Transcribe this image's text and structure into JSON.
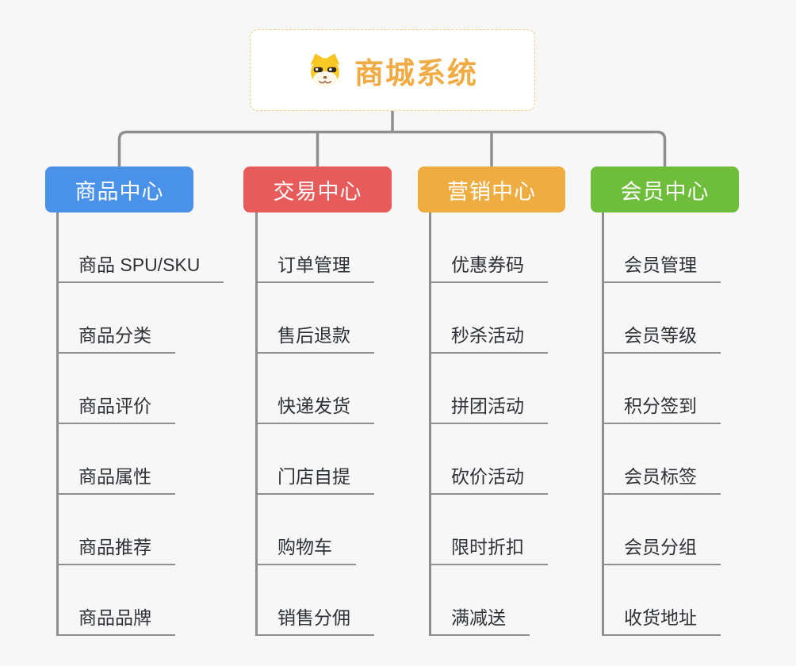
{
  "root": {
    "title": "商城系统",
    "icon": "dog-icon"
  },
  "branches": [
    {
      "label": "商品中心",
      "color": "#4a91ea",
      "items": [
        "商品 SPU/SKU",
        "商品分类",
        "商品评价",
        "商品属性",
        "商品推荐",
        "商品品牌"
      ]
    },
    {
      "label": "交易中心",
      "color": "#e75c5b",
      "items": [
        "订单管理",
        "售后退款",
        "快递发货",
        "门店自提",
        "购物车",
        "销售分佣"
      ]
    },
    {
      "label": "营销中心",
      "color": "#efad41",
      "items": [
        "优惠券码",
        "秒杀活动",
        "拼团活动",
        "砍价活动",
        "限时折扣",
        "满减送"
      ]
    },
    {
      "label": "会员中心",
      "color": "#6ebe3c",
      "items": [
        "会员管理",
        "会员等级",
        "积分签到",
        "会员标签",
        "会员分组",
        "收货地址"
      ]
    }
  ],
  "colors": {
    "background": "#f7f7f7",
    "connector_line": "#8f8f8f",
    "root_border": "#f6c87e",
    "root_title": "#f0ab44",
    "leaf_text": "#2e3136"
  }
}
